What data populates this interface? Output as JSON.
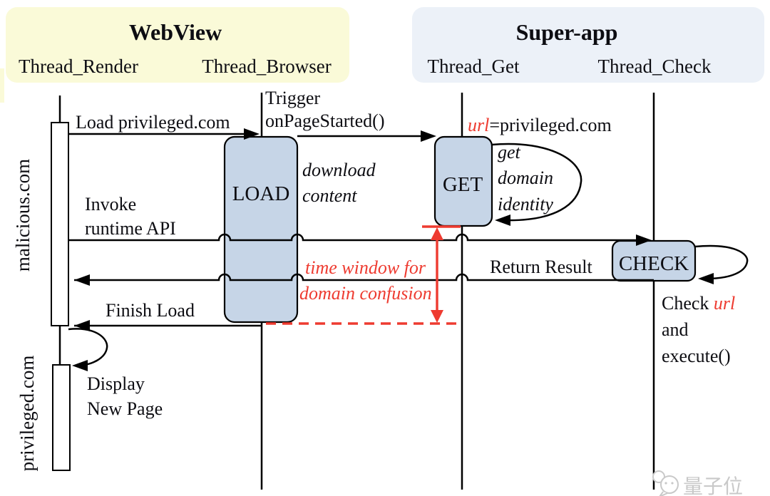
{
  "headers": {
    "webview": {
      "title": "WebView",
      "threads": [
        "Thread_Render",
        "Thread_Browser"
      ]
    },
    "superapp": {
      "title": "Super-app",
      "threads": [
        "Thread_Get",
        "Thread_Check"
      ]
    }
  },
  "lifelines": {
    "malicious": "malicious.com",
    "privileged": "privileged.com"
  },
  "boxes": {
    "load": "LOAD",
    "get": "GET",
    "check": "CHECK"
  },
  "messages": {
    "load_privileged": "Load privileged.com",
    "trigger_l1": "Trigger",
    "trigger_l2": "onPageStarted()",
    "url_var": "url",
    "url_value": "=privileged.com",
    "get_note_l1": "get",
    "get_note_l2": "domain",
    "get_note_l3": "identity",
    "download_l1": "download",
    "download_l2": "content",
    "invoke_l1": "Invoke",
    "invoke_l2": "runtime API",
    "time_window_l1": "time window for",
    "time_window_l2": "domain confusion",
    "return_result": "Return Result",
    "check_l1_black": "Check ",
    "check_l1_red": "url",
    "check_l2": "and",
    "check_l3": "execute()",
    "finish_load": "Finish Load",
    "display_l1": "Display",
    "display_l2": "New Page"
  },
  "watermark": {
    "text": "量子位"
  },
  "colors": {
    "header_yellow": "#fafad8",
    "header_blue": "#ecf1f8",
    "box_blue": "#c6d5e7",
    "annotation_red": "#ee3b30",
    "line_black": "#000000",
    "watermark_gray": "#c9c9c9"
  }
}
